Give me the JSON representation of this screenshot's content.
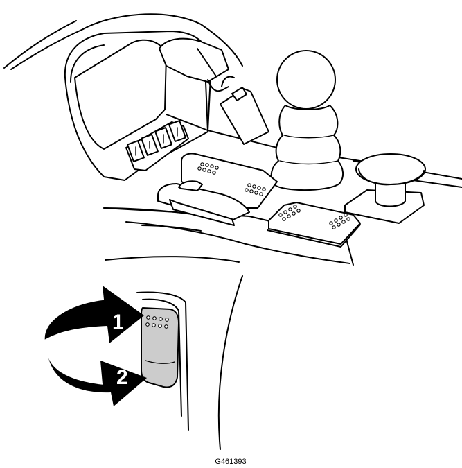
{
  "figure": {
    "callouts": [
      {
        "label": "1"
      },
      {
        "label": "2"
      }
    ],
    "figure_id": "G461393",
    "colors": {
      "line": "#000000",
      "arrow_fill": "#000000",
      "switch_face": "#cccccc",
      "background": "#ffffff"
    },
    "icons": [
      "joystick",
      "rocker-switch",
      "display-screen",
      "key-fob",
      "push-knob",
      "rotation-arrow"
    ]
  }
}
